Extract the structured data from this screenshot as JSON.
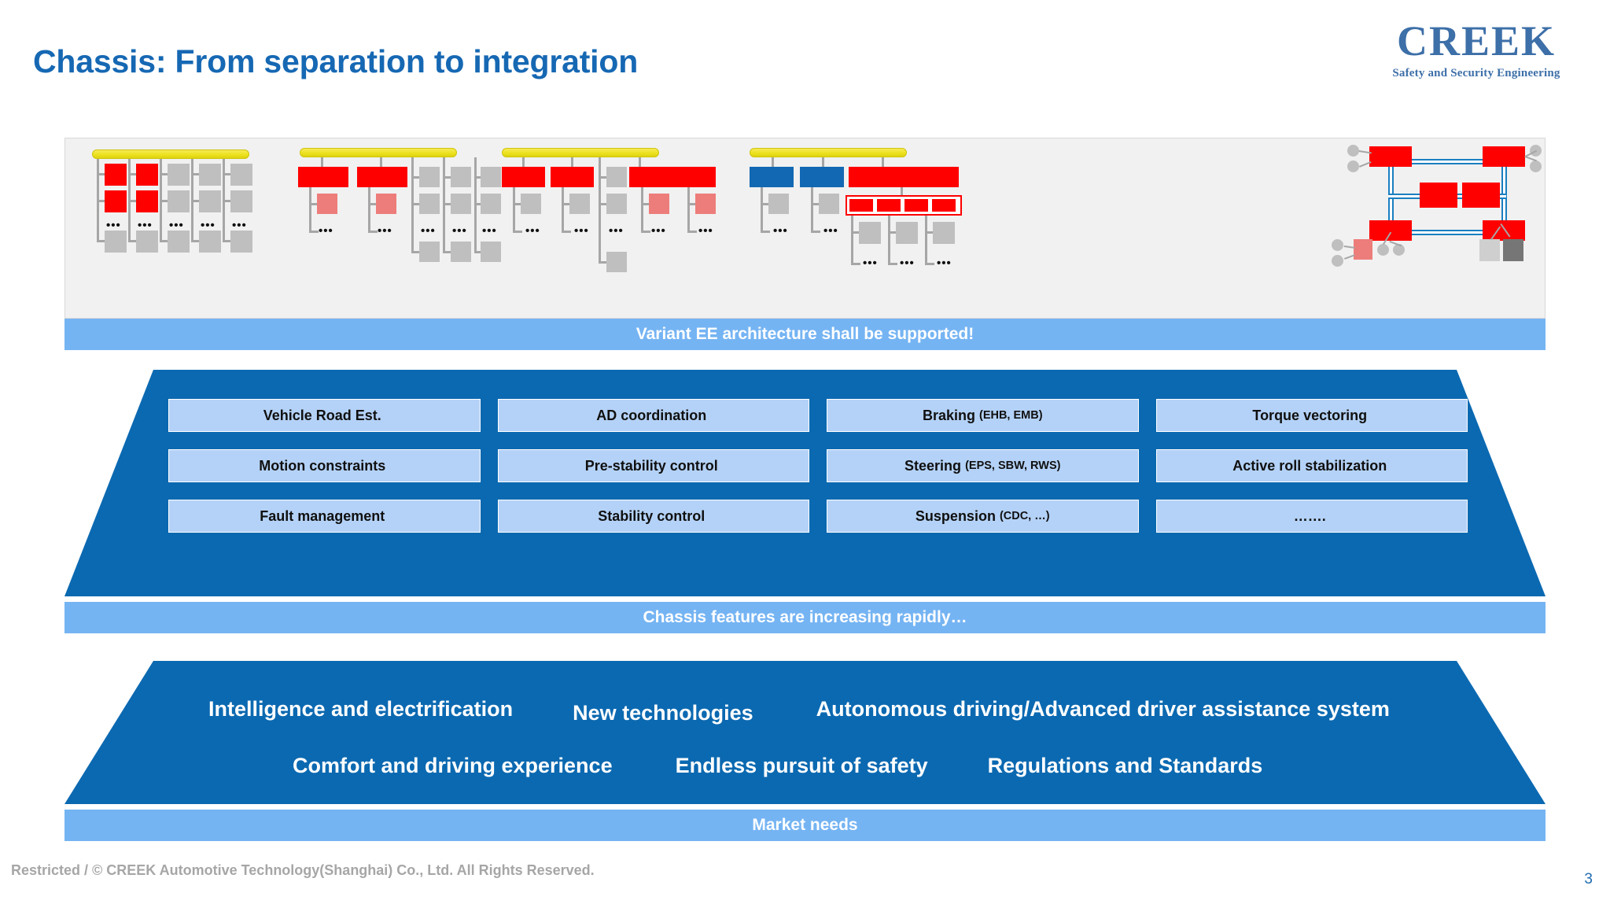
{
  "header": {
    "title": "Chassis: From separation to integration",
    "logo": {
      "word": "CREEK",
      "tagline": "Safety and Security Engineering"
    }
  },
  "architectures": {
    "caption": "Variant EE architecture shall be supported!",
    "ellipsis": "•••",
    "items": [
      {
        "name": "distributed-ecu-architecture"
      },
      {
        "name": "domain-grouped-architecture"
      },
      {
        "name": "domain-consolidated-architecture"
      },
      {
        "name": "zone-controller-architecture"
      },
      {
        "name": "ring-zonal-architecture"
      }
    ]
  },
  "features": {
    "caption": "Chassis features are increasing rapidly…",
    "cells": [
      {
        "label": "Vehicle Road Est.",
        "sub": ""
      },
      {
        "label": "AD coordination",
        "sub": ""
      },
      {
        "label": "Braking",
        "sub": "(EHB, EMB)"
      },
      {
        "label": "Torque vectoring",
        "sub": ""
      },
      {
        "label": "Motion constraints",
        "sub": ""
      },
      {
        "label": "Pre-stability control",
        "sub": ""
      },
      {
        "label": "Steering",
        "sub": "(EPS, SBW, RWS)"
      },
      {
        "label": "Active roll stabilization",
        "sub": ""
      },
      {
        "label": "Fault management",
        "sub": ""
      },
      {
        "label": "Stability control",
        "sub": ""
      },
      {
        "label": "Suspension",
        "sub": "(CDC, …)"
      },
      {
        "label": "…….",
        "sub": ""
      }
    ]
  },
  "market": {
    "caption": "Market needs",
    "row1": [
      "Intelligence and electrification",
      "New technologies",
      "Autonomous driving/Advanced driver assistance system"
    ],
    "row2": [
      "Comfort and driving experience",
      "Endless pursuit of safety",
      "Regulations and Standards"
    ]
  },
  "footer": {
    "copyright": "Restricted / © CREEK Automotive Technology(Shanghai) Co., Ltd. All Rights Reserved.",
    "page": "3"
  },
  "colors": {
    "title_blue": "#1668b3",
    "trapezoid_blue": "#0b69b1",
    "banner_blue": "#75b4f3",
    "feature_box_blue": "#b4d2f7",
    "bus_yellow": "#ece21f",
    "red": "#fe0000",
    "salmon": "#ed7d7a",
    "gray": "#bfbfbf",
    "node_blue": "#1268b3",
    "panel_gray": "#f1f1f1"
  }
}
